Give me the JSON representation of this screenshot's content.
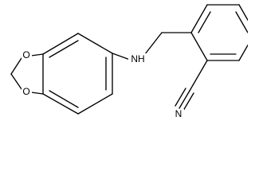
{
  "diagram": {
    "type": "chemical-structure",
    "atoms": {
      "o_top": "O",
      "o_bottom": "O",
      "nh": "NH",
      "n_nitrile": "N"
    }
  }
}
